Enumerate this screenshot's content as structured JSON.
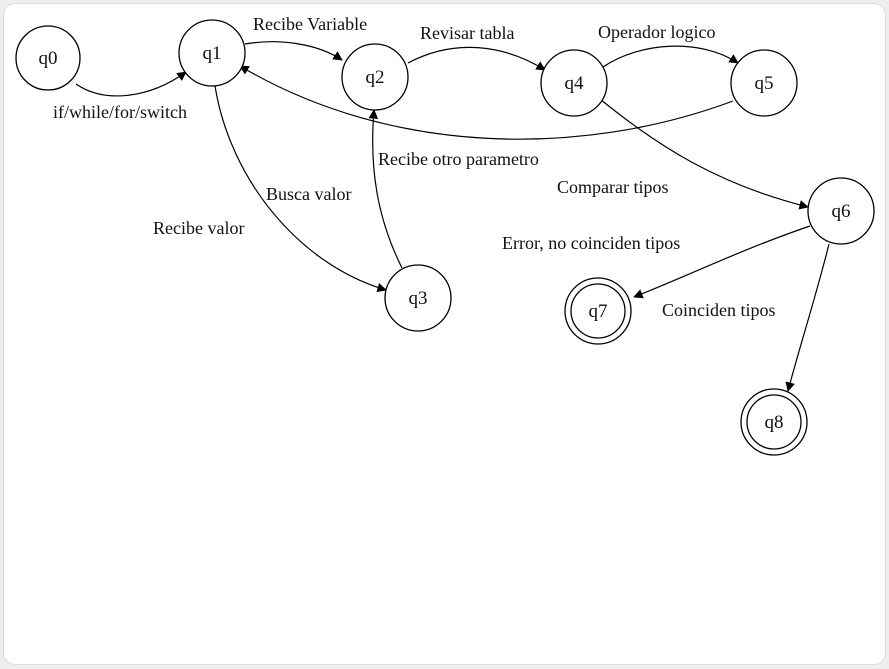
{
  "diagram": {
    "states": [
      {
        "id": "q0",
        "label": "q0",
        "accepting": false
      },
      {
        "id": "q1",
        "label": "q1",
        "accepting": false
      },
      {
        "id": "q2",
        "label": "q2",
        "accepting": false
      },
      {
        "id": "q3",
        "label": "q3",
        "accepting": false
      },
      {
        "id": "q4",
        "label": "q4",
        "accepting": false
      },
      {
        "id": "q5",
        "label": "q5",
        "accepting": false
      },
      {
        "id": "q6",
        "label": "q6",
        "accepting": false
      },
      {
        "id": "q7",
        "label": "q7",
        "accepting": true
      },
      {
        "id": "q8",
        "label": "q8",
        "accepting": true
      }
    ],
    "transitions": [
      {
        "from": "q0",
        "to": "q1",
        "label": "if/while/for/switch"
      },
      {
        "from": "q1",
        "to": "q2",
        "label": "Recibe Variable"
      },
      {
        "from": "q1",
        "to": "q3",
        "label": "Busca valor"
      },
      {
        "from": "q1",
        "to": "q3",
        "label": "Recibe valor"
      },
      {
        "from": "q3",
        "to": "q2",
        "label": "Recibe otro parametro"
      },
      {
        "from": "q2",
        "to": "q4",
        "label": "Revisar tabla"
      },
      {
        "from": "q4",
        "to": "q5",
        "label": "Operador logico"
      },
      {
        "from": "q5",
        "to": "q1",
        "label": ""
      },
      {
        "from": "q4",
        "to": "q6",
        "label": "Comparar tipos"
      },
      {
        "from": "q6",
        "to": "q7",
        "label": "Error, no coinciden tipos"
      },
      {
        "from": "q6",
        "to": "q8",
        "label": "Coinciden tipos"
      }
    ]
  }
}
